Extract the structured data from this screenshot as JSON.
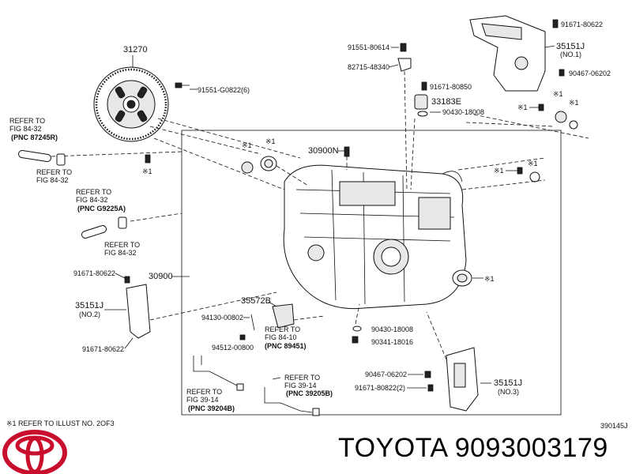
{
  "diagram_code": "390145J",
  "footnote": "※1  REFER TO ILLUST NO. 2OF3",
  "brand_title": "TOYOTA 9093003179",
  "refs": {
    "r1": [
      "REFER TO",
      "FIG 84-32",
      "(PNC  87245R)"
    ],
    "r2": [
      "REFER TO",
      "FIG 84-32"
    ],
    "r3": [
      "REFER TO",
      "FIG 84-32",
      "(PNC  G9225A)"
    ],
    "r4": [
      "REFER TO",
      "FIG 84-32"
    ],
    "r5": [
      "REFER TO",
      "FIG 84-10",
      "(PNC  89451)"
    ],
    "r6": [
      "REFER TO",
      "FIG 39-14",
      "(PNC  39205B)"
    ],
    "r7": [
      "REFER TO",
      "FIG 39-14",
      "(PNC  39204B)"
    ]
  },
  "parts": {
    "p31270": "31270",
    "p91551_g0822": "91551-G0822(6)",
    "p91551_80614": "91551-80614",
    "p82715": "82715-48340",
    "p91671_80850": "91671-80850",
    "p33183e": "33183E",
    "p90430_top": "90430-18008",
    "p91671_80622_top": "91671-80622",
    "p35151j_top": "35151J",
    "p35151j_top_no": "(NO.1)",
    "p90467_top": "90467-06202",
    "p30900n": "30900N",
    "p30900": "30900",
    "p91671_80622_l1": "91671-80622",
    "p35151j_left": "35151J",
    "p35151j_left_no": "(NO.2)",
    "p91671_80622_l2": "91671-80622",
    "p35572b": "35572B",
    "p94130": "94130-00802",
    "p94512": "94512-00800",
    "p90430_mid": "90430-18008",
    "p90341": "90341-18016",
    "p90467_bot": "90467-06202",
    "p91671_80822": "91671-80822(2)",
    "p35151j_bot": "35151J",
    "p35151j_bot_no": "(NO.3)"
  },
  "marks": {
    "m1": "※1",
    "m2": "※1",
    "m3": "※1",
    "m4": "※1",
    "m5": "※1",
    "m6": "※1",
    "m7": "※1",
    "m8": "※1",
    "m9": "※1"
  },
  "logo_brand": "toyota-emblem"
}
